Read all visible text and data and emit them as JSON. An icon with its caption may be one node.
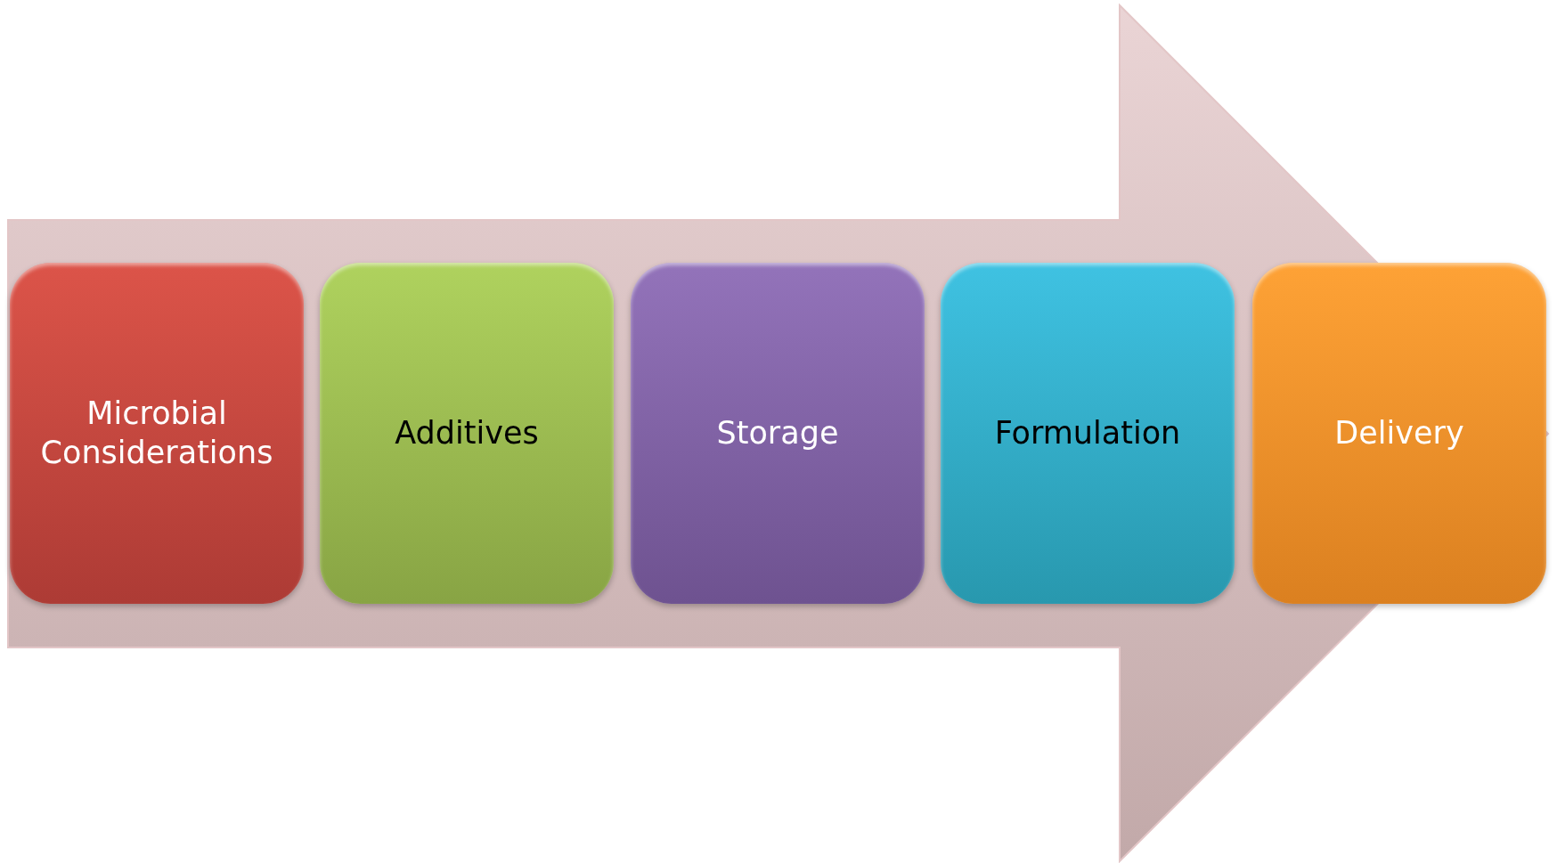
{
  "diagram": {
    "nodes": [
      {
        "text": [
          "Microbial Considerations"
        ]
      },
      {
        "text": [
          "Additives"
        ]
      },
      {
        "text": [
          "Storage"
        ]
      },
      {
        "text": [
          "Formulation"
        ]
      },
      {
        "text": [
          "Delivery"
        ]
      }
    ],
    "edges": [
      {
        "from": 0,
        "to": 4,
        "arrow": "to"
      }
    ]
  }
}
